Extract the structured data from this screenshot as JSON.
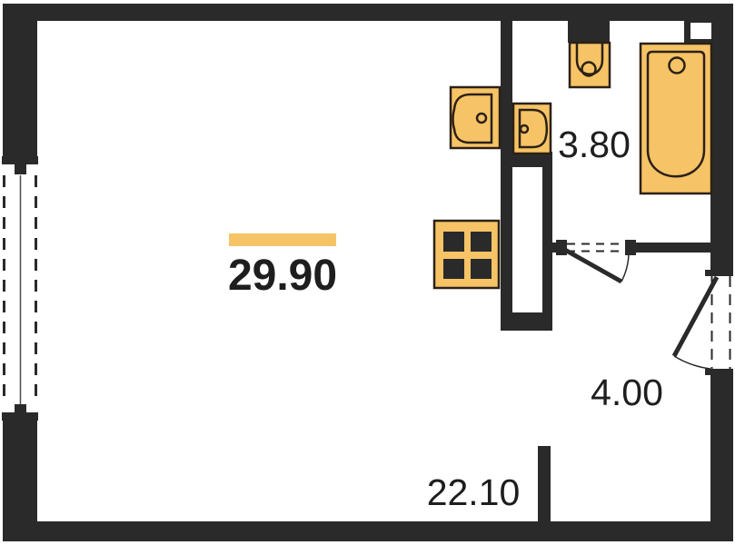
{
  "plan": {
    "type": "studio-apartment-floor-plan",
    "areas": {
      "total": "29.90",
      "bathroom": "3.80",
      "hallway": "4.00",
      "living_room": "22.10"
    },
    "fixtures": [
      "bathtub",
      "toilet",
      "bathroom-sink",
      "kitchen-sink",
      "stove"
    ],
    "openings": [
      "balcony-window-left",
      "bathroom-door",
      "entrance-door"
    ],
    "colors": {
      "background": "#ffffff",
      "wall": "#2a2a2a",
      "fixture": "#f6c366",
      "fixture-outline": "#2b2115",
      "accent": "#f6c366",
      "text": "#1e1e1e",
      "window-line": "#4a4a4a"
    }
  }
}
